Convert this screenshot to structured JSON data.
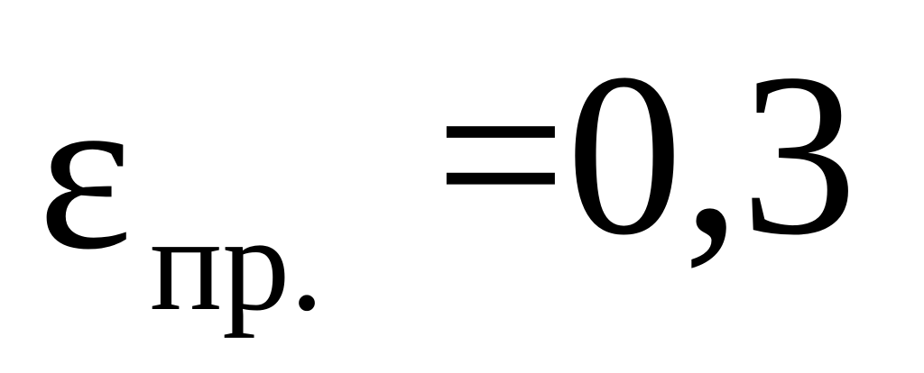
{
  "formula": {
    "symbol": "ε",
    "subscript": "пр.",
    "rhs": "=0,3"
  },
  "colors": {
    "background": "#ffffff",
    "text": "#000000"
  }
}
